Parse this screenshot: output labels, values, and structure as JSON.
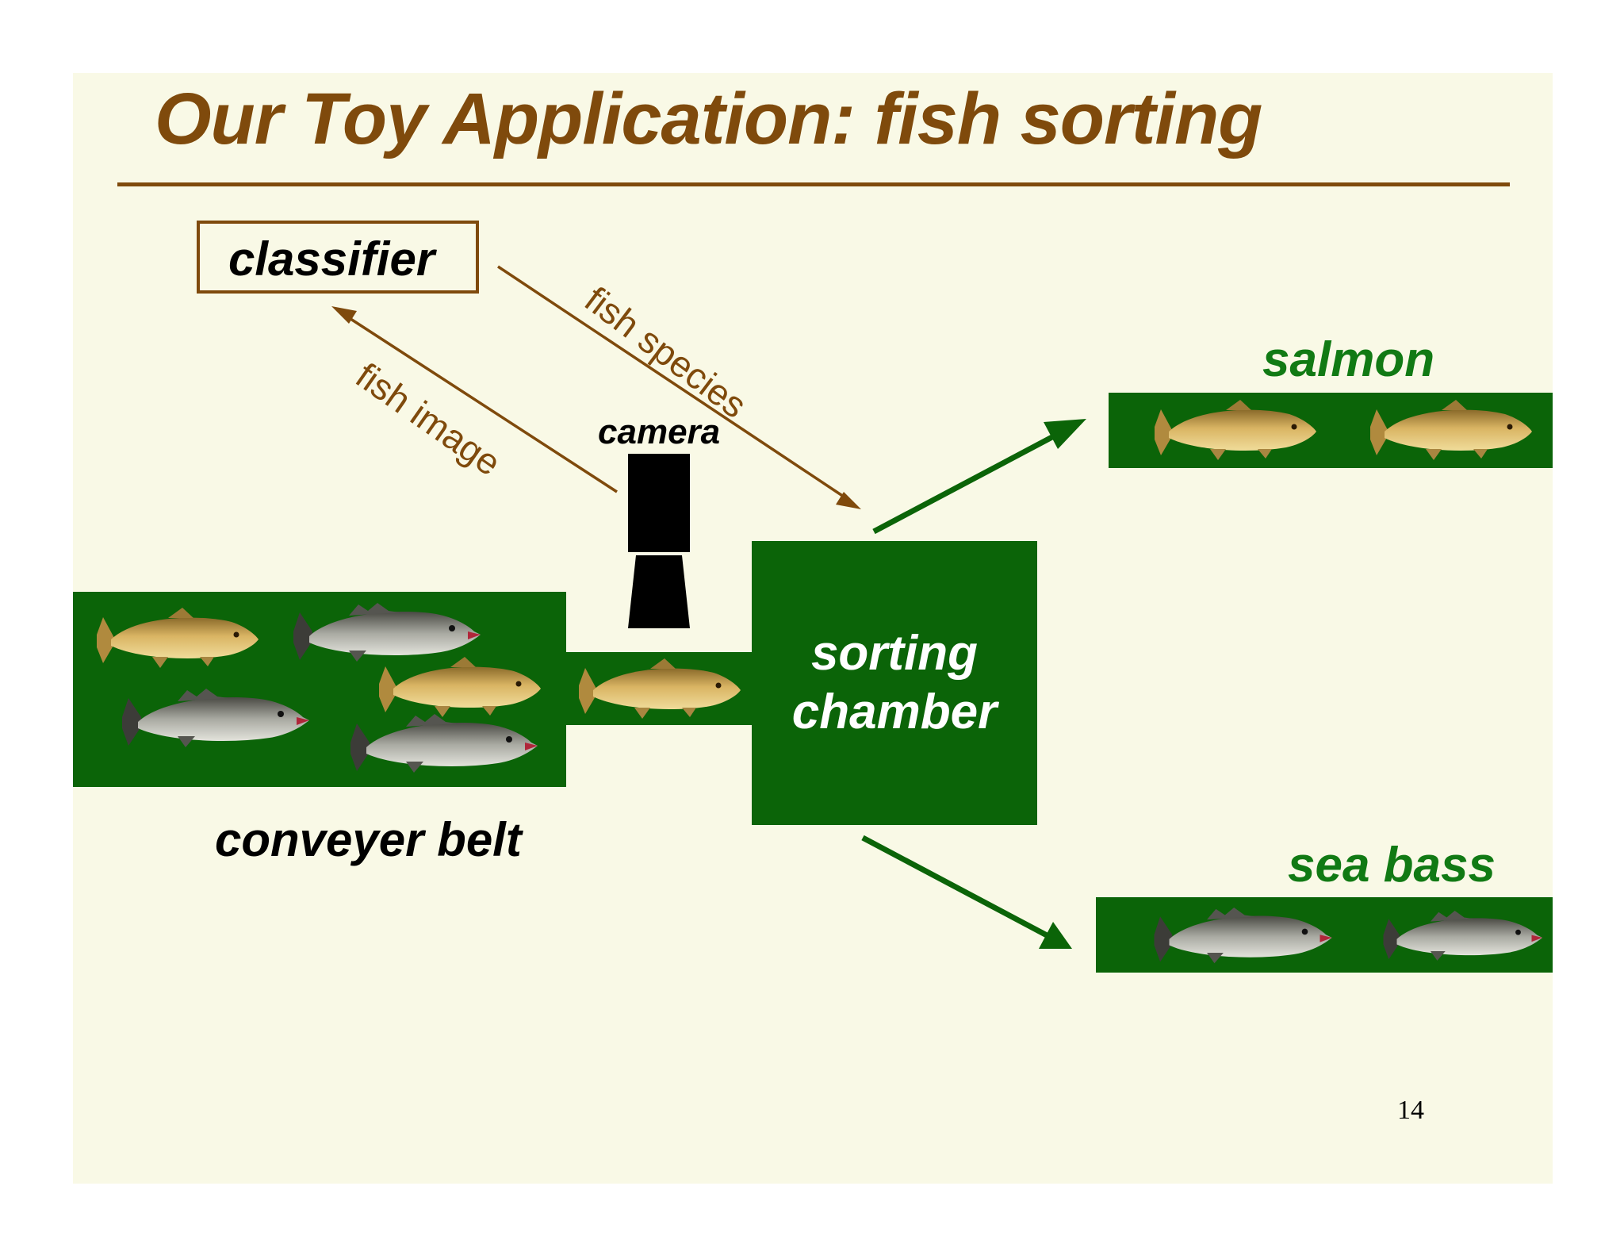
{
  "slide": {
    "title": "Our Toy Application: fish sorting",
    "page_number": "14"
  },
  "diagram": {
    "classifier": "classifier",
    "camera": "camera",
    "fish_image": "fish image",
    "fish_species": "fish species",
    "chamber_line1": "sorting",
    "chamber_line2": "chamber",
    "conveyor": "conveyer belt",
    "salmon": "salmon",
    "sea_bass": "sea bass"
  },
  "colors": {
    "background": "#f9f9e6",
    "title_brown": "#7f4a0c",
    "belt_green": "#0b6408",
    "label_green": "#117a14"
  }
}
